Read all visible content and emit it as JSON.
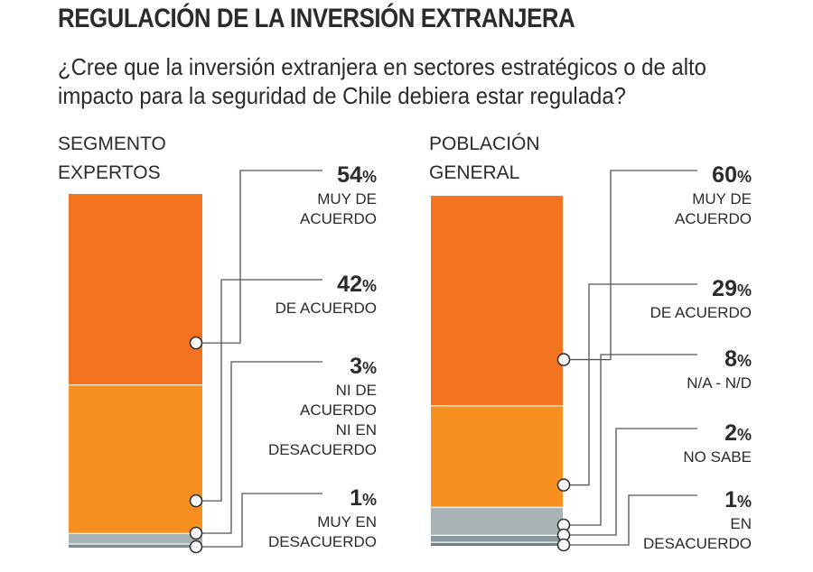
{
  "header": {
    "title": "REGULACIÓN DE LA INVERSIÓN EXTRANJERA",
    "question": "¿Cree que la inversión extranjera en sectores estratégicos o de alto impacto para la seguridad de Chile debiera estar regulada?"
  },
  "colors": {
    "muy_de_acuerdo": "#f37321",
    "de_acuerdo": "#f79020",
    "gray": "#a8b3b5",
    "dark": "#7b8b90",
    "leader": "#555555"
  },
  "chart_data": [
    {
      "type": "bar",
      "stacked": true,
      "title_lines": [
        "SEGMENTO",
        "EXPERTOS"
      ],
      "series": [
        {
          "name_lines": [
            "MUY DE",
            "ACUERDO"
          ],
          "value": 54,
          "label": "54",
          "color": "#f37321"
        },
        {
          "name_lines": [
            "DE ACUERDO"
          ],
          "value": 42,
          "label": "42",
          "color": "#f79020"
        },
        {
          "name_lines": [
            "NI DE",
            "ACUERDO",
            "NI EN",
            "DESACUERDO"
          ],
          "value": 3,
          "label": "3",
          "color": "#a8b3b5"
        },
        {
          "name_lines": [
            "MUY EN",
            "DESACUERDO"
          ],
          "value": 1,
          "label": "1",
          "color": "#7b8b90"
        }
      ],
      "unit": "%"
    },
    {
      "type": "bar",
      "stacked": true,
      "title_lines": [
        "POBLACIÓN",
        "GENERAL"
      ],
      "series": [
        {
          "name_lines": [
            "MUY DE",
            "ACUERDO"
          ],
          "value": 60,
          "label": "60",
          "color": "#f37321"
        },
        {
          "name_lines": [
            "DE ACUERDO"
          ],
          "value": 29,
          "label": "29",
          "color": "#f79020"
        },
        {
          "name_lines": [
            "N/A - N/D"
          ],
          "value": 8,
          "label": "8",
          "color": "#a8b3b5"
        },
        {
          "name_lines": [
            "NO SABE"
          ],
          "value": 2,
          "label": "2",
          "color": "#8a999d"
        },
        {
          "name_lines": [
            "EN",
            "DESACUERDO"
          ],
          "value": 1,
          "label": "1",
          "color": "#6e7f84"
        }
      ],
      "unit": "%"
    }
  ]
}
